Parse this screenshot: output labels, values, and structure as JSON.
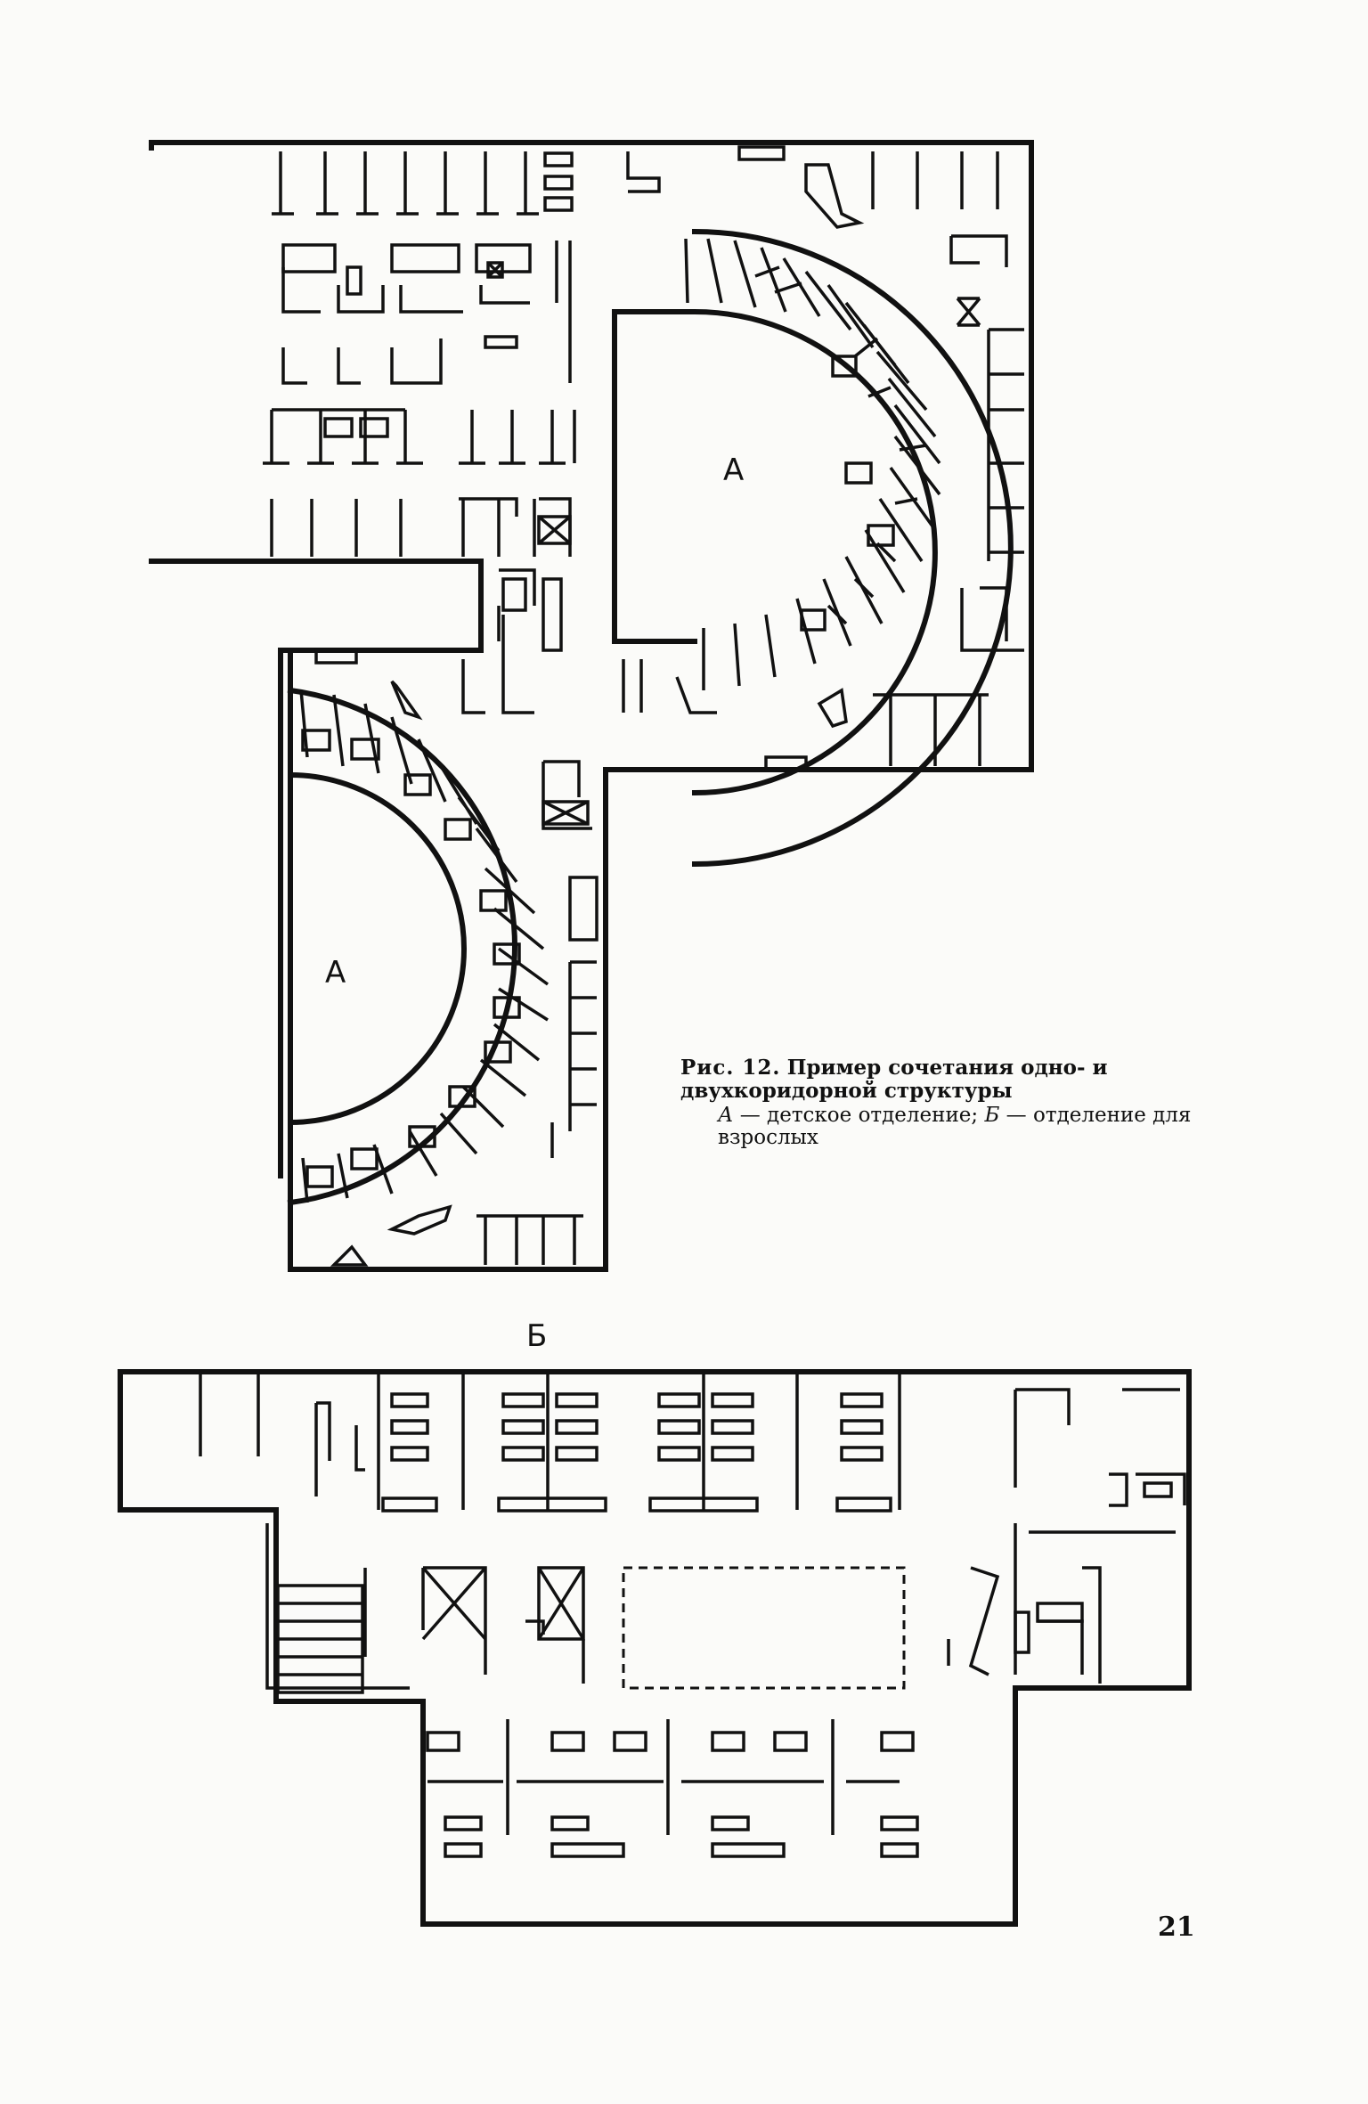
{
  "diagram": {
    "labels": {
      "zone_a_upper": "А",
      "zone_a_lower": "А",
      "zone_b": "Б"
    }
  },
  "caption": {
    "figure_number": "Рис. 12.",
    "title": "Пример сочетания одно- и двухкоридорной структуры",
    "legend_a_key": "А",
    "legend_a_text": " — детское отделение; ",
    "legend_b_key": "Б",
    "legend_b_text": " — отделение для взрослых"
  },
  "page_number": "21"
}
